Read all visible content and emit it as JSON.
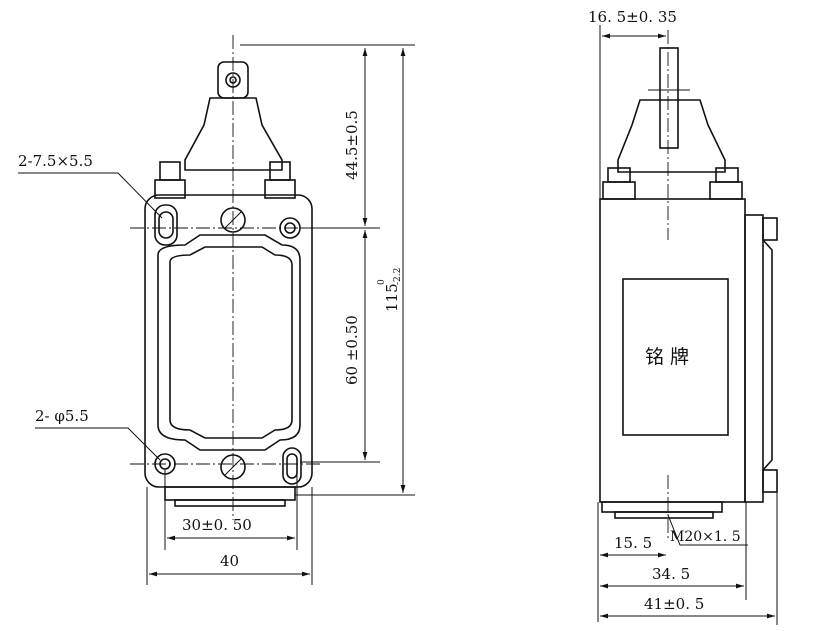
{
  "front_view": {
    "slot_label": "2-7.5×5.5",
    "hole_label": "2- φ5.5",
    "dim_top_height": "44.5±0.5",
    "dim_hole_spacing_v": "60 ±0.50",
    "dim_total_height": "115",
    "dim_total_height_tol_upper": "0",
    "dim_total_height_tol_lower": "-2.2",
    "dim_hole_spacing_h": "30±0. 50",
    "dim_width": "40"
  },
  "side_view": {
    "dim_actuator_offset": "16. 5±0. 35",
    "nameplate": "铭 牌",
    "thread_label": "M20×1. 5",
    "dim_conduit_offset": "15. 5",
    "dim_body_depth": "34. 5",
    "dim_total_depth": "41±0. 5"
  }
}
